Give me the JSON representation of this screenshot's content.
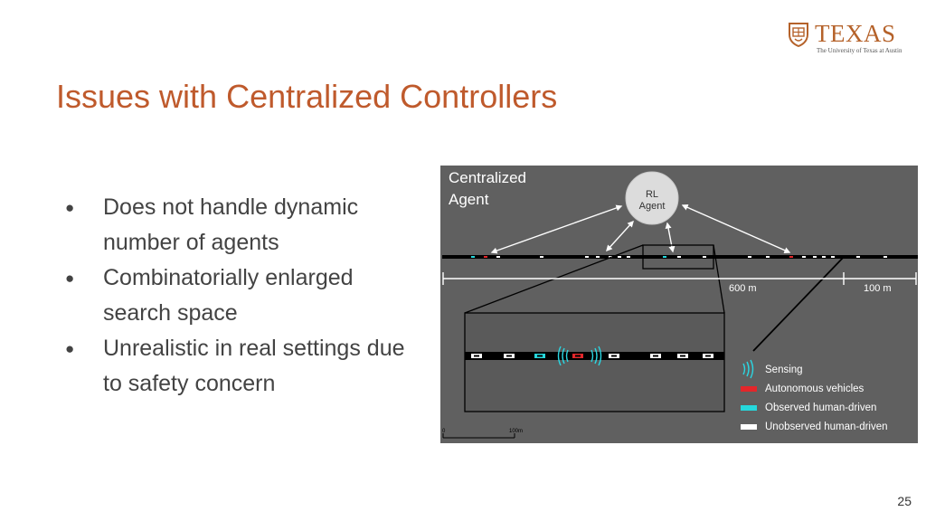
{
  "logo": {
    "wordmark": "TEXAS",
    "subtitle": "The University of Texas at Austin"
  },
  "title": "Issues with Centralized Controllers",
  "bullets": [
    "Does not handle dynamic number of agents",
    "Combinatorially enlarged search space",
    "Unrealistic in real settings due to safety concern"
  ],
  "figure": {
    "corner_label_line1": "Centralized",
    "corner_label_line2": "Agent",
    "agent_line1": "RL",
    "agent_line2": "Agent",
    "scale_main": "600 m",
    "scale_side": "100 m",
    "legend": {
      "sensing": "Sensing",
      "autonomous": "Autonomous vehicles",
      "observed": "Observed human-driven",
      "unobserved": "Unobserved human-driven"
    },
    "inset_scale_start": "0",
    "inset_scale_end": "100m",
    "colors": {
      "background": "#606060",
      "autonomous": "#e3262a",
      "observed": "#26d8dc",
      "unobserved": "#ffffff",
      "sensing": "#2bd6e2"
    }
  },
  "page_number": "25"
}
